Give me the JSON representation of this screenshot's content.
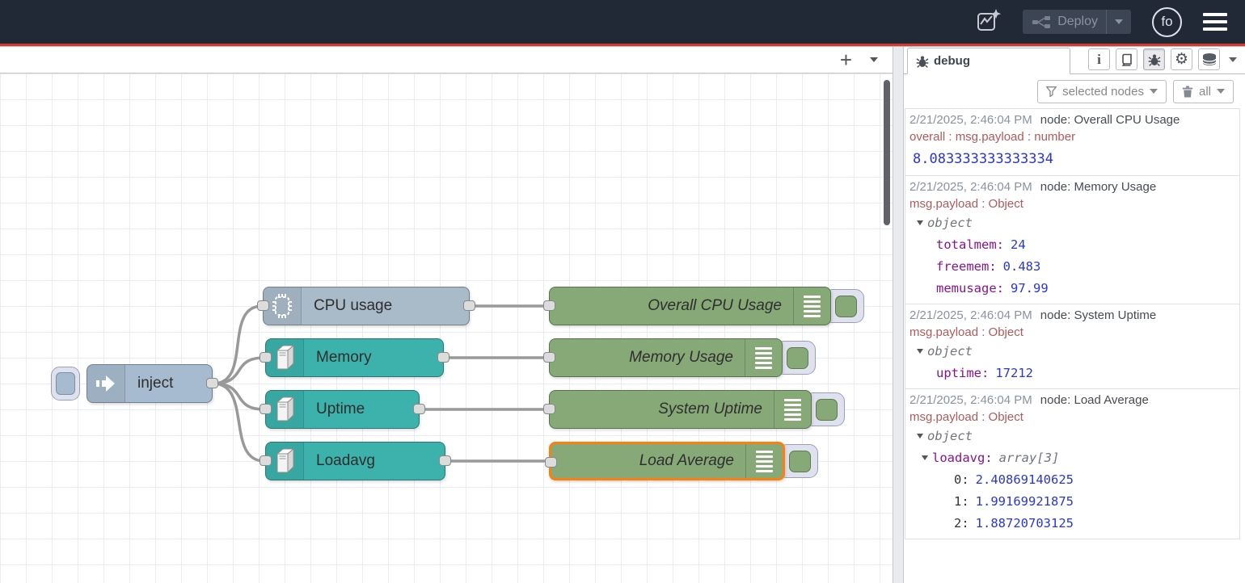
{
  "header": {
    "deploy_label": "Deploy",
    "avatar_label": "fo"
  },
  "canvas_toolbar": {
    "add_glyph": "+"
  },
  "colors": {
    "header_bg": "#212836",
    "accent_red": "#d6392d",
    "inject_fill": "#a6bbcf",
    "os_fill": "#3db2ac",
    "debug_fill": "#87a978",
    "selection": "#ff7f0e",
    "wire": "#999999"
  },
  "flow": {
    "inject": {
      "label": "inject"
    },
    "cpu": {
      "label": "CPU usage"
    },
    "memory": {
      "label": "Memory"
    },
    "uptime": {
      "label": "Uptime"
    },
    "loadavg": {
      "label": "Loadavg"
    },
    "debug_cpu": {
      "label": "Overall CPU Usage"
    },
    "debug_memory": {
      "label": "Memory Usage"
    },
    "debug_uptime": {
      "label": "System Uptime"
    },
    "debug_loadavg": {
      "label": "Load Average",
      "selected": true
    }
  },
  "sidebar": {
    "tab_label": "debug",
    "info_glyph": "i",
    "gear_glyph": "⚙",
    "filter_label": "selected nodes",
    "clear_label": "all",
    "messages": [
      {
        "timestamp": "2/21/2025, 2:46:04 PM",
        "source": "node: Overall CPU Usage",
        "property": "overall : msg.payload : number",
        "big_value": "8.083333333333334"
      },
      {
        "timestamp": "2/21/2025, 2:46:04 PM",
        "source": "node: Memory Usage",
        "property": "msg.payload : Object",
        "root_label": "object",
        "rows": [
          {
            "key": "totalmem:",
            "value": "24"
          },
          {
            "key": "freemem:",
            "value": "0.483"
          },
          {
            "key": "memusage:",
            "value": "97.99"
          }
        ]
      },
      {
        "timestamp": "2/21/2025, 2:46:04 PM",
        "source": "node: System Uptime",
        "property": "msg.payload : Object",
        "root_label": "object",
        "rows": [
          {
            "key": "uptime:",
            "value": "17212"
          }
        ]
      },
      {
        "timestamp": "2/21/2025, 2:46:04 PM",
        "source": "node: Load Average",
        "property": "msg.payload : Object",
        "root_label": "object",
        "sub_key": "loadavg:",
        "sub_type": "array[3]",
        "rows": [
          {
            "key": "0:",
            "value": "2.40869140625"
          },
          {
            "key": "1:",
            "value": "1.99169921875"
          },
          {
            "key": "2:",
            "value": "1.88720703125"
          }
        ]
      }
    ]
  }
}
